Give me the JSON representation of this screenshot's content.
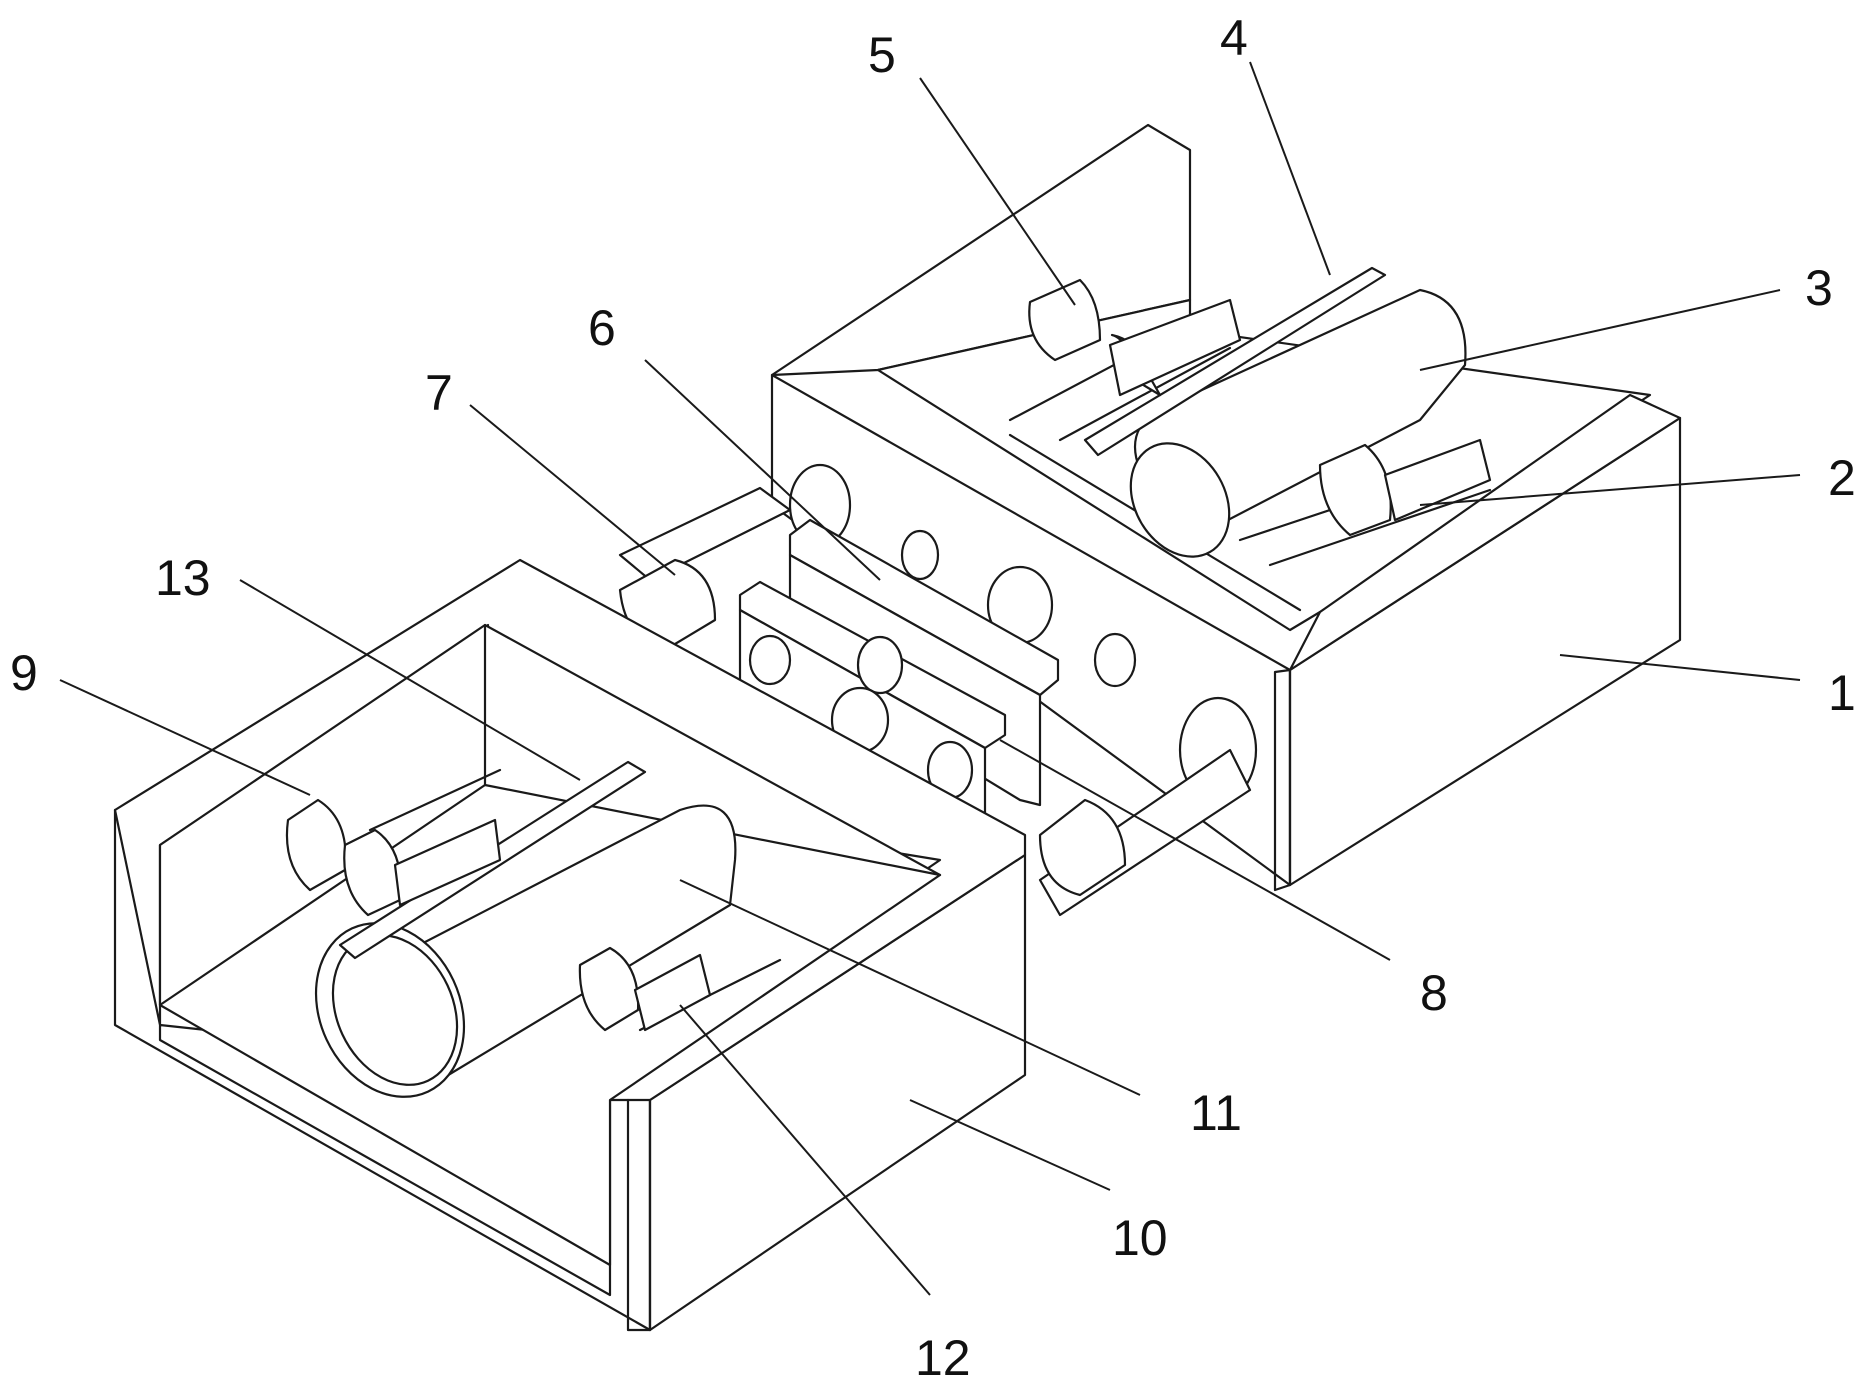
{
  "labels": [
    "1",
    "2",
    "3",
    "4",
    "5",
    "6",
    "7",
    "8",
    "9",
    "10",
    "11",
    "12",
    "13"
  ],
  "colors": {
    "ink": "#1a1a1a",
    "paper": "#ffffff"
  }
}
